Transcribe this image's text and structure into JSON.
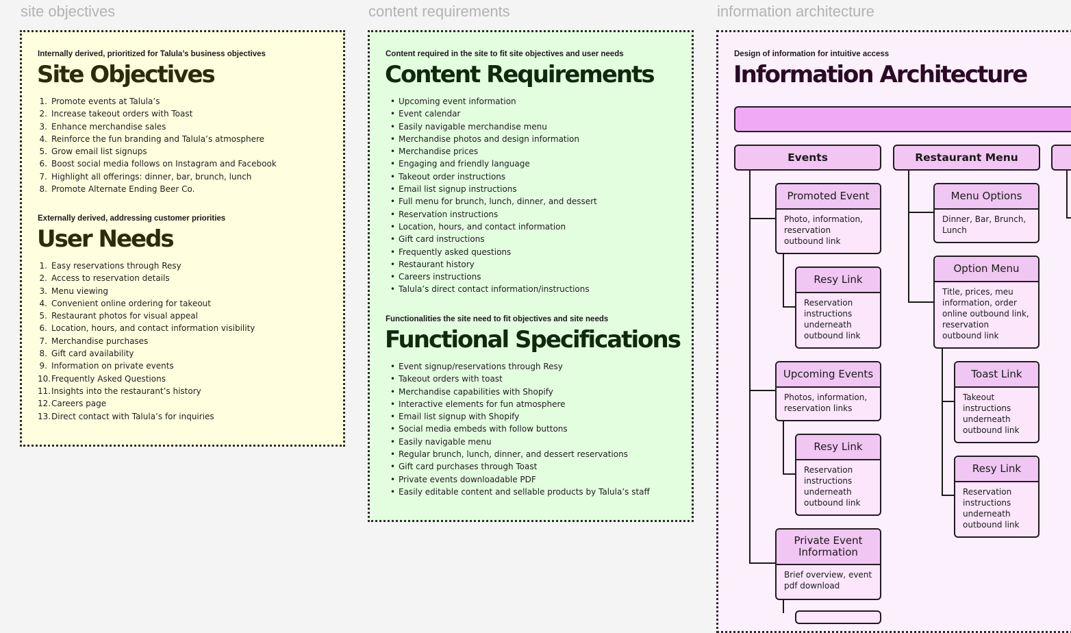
{
  "sections": [
    {
      "label": "site objectives"
    },
    {
      "label": "content requirements"
    },
    {
      "label": "information architecture"
    }
  ],
  "site_objectives": {
    "kicker": "Internally derived, prioritized for Talula’s business objectives",
    "title": "Site Objectives",
    "items": [
      "Promote events at Talula’s",
      "Increase takeout orders with Toast",
      "Enhance merchandise sales",
      "Reinforce the fun branding and Talula’s atmosphere",
      "Grow email list signups",
      "Boost social media follows on Instagram and Facebook",
      "Highlight all offerings: dinner, bar, brunch, lunch",
      "Promote Alternate Ending Beer Co."
    ]
  },
  "user_needs": {
    "kicker": "Externally derived, addressing customer priorities",
    "title": "User Needs",
    "items": [
      "Easy reservations through Resy",
      "Access to reservation details",
      "Menu viewing",
      "Convenient online ordering for takeout",
      "Restaurant photos for visual appeal",
      "Location, hours, and contact information visibility",
      "Merchandise purchases",
      "Gift card availability",
      "Information on private events",
      "Frequently Asked Questions",
      "Insights into the restaurant’s history",
      "Careers page",
      "Direct contact with Talula’s for inquiries"
    ]
  },
  "content_requirements": {
    "kicker": "Content required in the site to fit site objectives and user needs",
    "title": "Content Requirements",
    "items": [
      "Upcoming event information",
      "Event calendar",
      "Easily navigable merchandise menu",
      "Merchandise photos and design information",
      "Merchandise prices",
      "Engaging and friendly language",
      "Takeout order instructions",
      "Email list signup instructions",
      "Full menu for brunch, lunch, dinner, and dessert",
      "Reservation instructions",
      "Location, hours, and contact information",
      "Gift card instructions",
      "Frequently asked questions",
      "Restaurant history",
      "Careers instructions",
      "Talula’s direct contact information/instructions"
    ]
  },
  "functional_specs": {
    "kicker": "Functionalities the site need to fit objectives and site needs",
    "title": "Functional Specifications",
    "items": [
      "Event signup/reservations through Resy",
      "Takeout orders with toast",
      "Merchandise capabilities with Shopify",
      "Interactive elements for fun atmosphere",
      "Email list signup with Shopify",
      "Social media embeds with follow buttons",
      "Easily navigable menu",
      "Regular brunch, lunch, dinner, and dessert reservations",
      "Gift card purchases through Toast",
      "Private events downloadable PDF",
      "Easily editable content and sellable products by Talula’s staff"
    ]
  },
  "information_architecture": {
    "kicker": "Design of information for intuitive access",
    "title": "Information Architecture",
    "categories": [
      {
        "label": "Events"
      },
      {
        "label": "Restaurant Menu"
      }
    ],
    "nodes": [
      {
        "title": "Promoted Event",
        "desc": "Photo, information, reservation outbound link"
      },
      {
        "title": "Resy Link",
        "desc": "Reservation instructions underneath outbound link"
      },
      {
        "title": "Upcoming Events",
        "desc": "Photos, information, reservation links"
      },
      {
        "title": "Resy Link",
        "desc": "Reservation instructions underneath outbound link"
      },
      {
        "title": "Private Event Information",
        "desc": "Brief overview, event pdf download"
      },
      {
        "title": "Menu Options",
        "desc": "Dinner, Bar, Brunch, Lunch"
      },
      {
        "title": "Option Menu",
        "desc": "Title, prices, meu information, order online outbound link, reservation outbound link"
      },
      {
        "title": "Toast Link",
        "desc": "Takeout instructions underneath outbound link"
      },
      {
        "title": "Resy Link",
        "desc": "Reservation instructions underneath outbound link"
      }
    ]
  }
}
